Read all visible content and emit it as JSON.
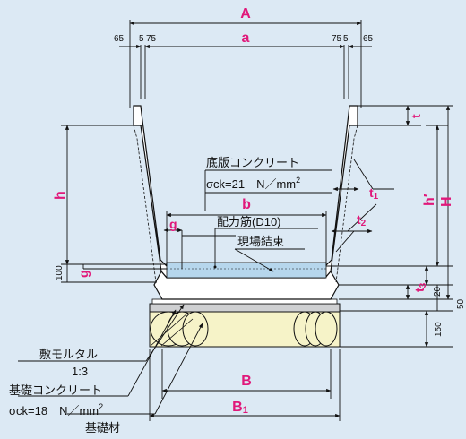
{
  "dims": {
    "A": "A",
    "a": "a",
    "w65": "65",
    "w5": "5",
    "w75": "75",
    "t": "t",
    "t1": "t",
    "t1_sub": "1",
    "t2": "t",
    "t2_sub": "2",
    "t3": "t",
    "t3_sub": "3",
    "h": "h",
    "h_prime": "h′",
    "H": "H",
    "b": "b",
    "g1": "g",
    "g2": "g",
    "B": "B",
    "B1": "B",
    "B1_sub": "1",
    "d100": "100",
    "d20": "20",
    "d50": "50",
    "d150": "150"
  },
  "labels": {
    "slab_concrete": "底版コンクリート",
    "slab_sigma": "σck=21　N／mm",
    "slab_sigma_sup": "2",
    "rebar": "配力筋(D10)",
    "site_binding": "現場結束",
    "mortar": "敷モルタル",
    "ratio": "1:3",
    "base_concrete": "基礎コンクリート",
    "base_sigma": "σck=18　N／mm",
    "base_sigma_sup": "2",
    "base_material": "基礎材"
  }
}
